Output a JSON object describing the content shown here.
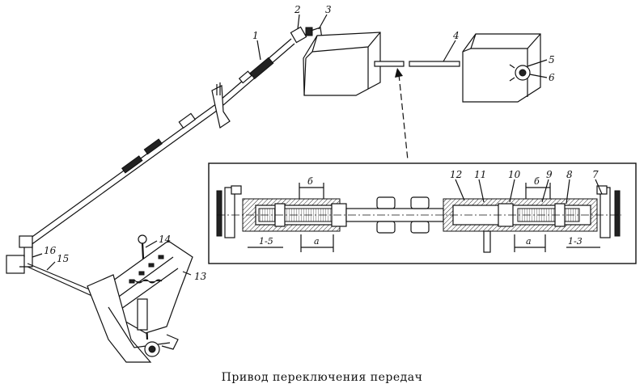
{
  "caption": "Привод переключения передач",
  "callouts": {
    "c1": "1",
    "c2": "2",
    "c3": "3",
    "c4": "4",
    "c5": "5",
    "c6": "6",
    "c7": "7",
    "c8": "8",
    "c9": "9",
    "c10": "10",
    "c11": "11",
    "c12": "12",
    "c13": "13",
    "c14": "14",
    "c15": "15",
    "c16": "16"
  },
  "inset_dims": {
    "b_left": "б",
    "b_right": "б",
    "a_left": "а",
    "a_right": "а",
    "gap_left": "1-5",
    "gap_right": "1-3"
  }
}
